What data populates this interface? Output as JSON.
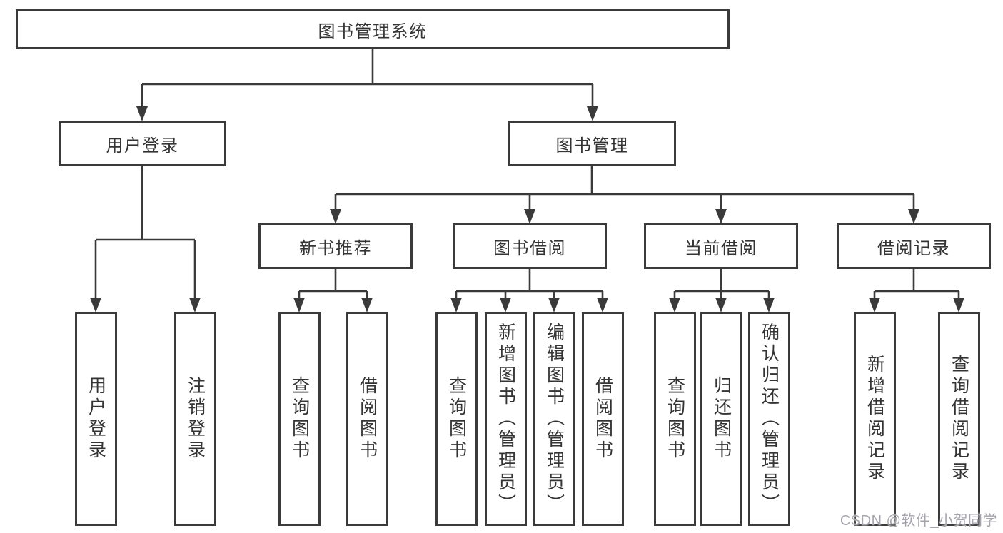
{
  "diagram": {
    "title": "图书管理系统",
    "level2": {
      "login": "用户登录",
      "manage": "图书管理"
    },
    "level3": {
      "recommend": "新书推荐",
      "borrow": "图书借阅",
      "current": "当前借阅",
      "records": "借阅记录"
    },
    "leaves": {
      "login": [
        "用户登录",
        "注销登录"
      ],
      "recommend": [
        "查询图书",
        "借阅图书"
      ],
      "borrow": [
        "查询图书",
        "新增图书（管理员）",
        "编辑图书（管理员）",
        "借阅图书"
      ],
      "current": [
        "查询图书",
        "归还图书",
        "确认归还（管理员）"
      ],
      "records": [
        "新增借阅记录",
        "查询借阅记录"
      ]
    }
  },
  "watermark": {
    "text": "CSDN @软件_小贺同学"
  },
  "colors": {
    "line": "#3a3a3a",
    "text": "#343434",
    "watermark": "#a5a5ad",
    "background": "#ffffff"
  }
}
